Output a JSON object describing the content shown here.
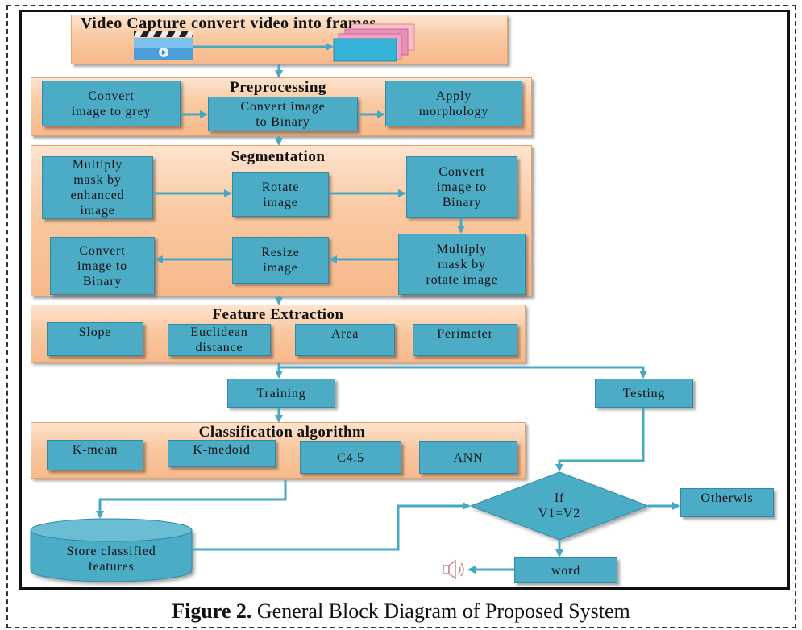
{
  "stages": {
    "capture": {
      "title": "Video Capture  convert video into frames"
    },
    "preprocessing": {
      "title": "Preprocessing",
      "steps": [
        "Convert\nimage to grey",
        "Convert image\nto Binary",
        "Apply\nmorphology"
      ]
    },
    "segmentation": {
      "title": "Segmentation",
      "steps": [
        "Multiply\nmask by\nenhanced\nimage",
        "Rotate\nimage",
        "Convert\nimage to\nBinary",
        "Multiply\nmask by\nrotate image",
        "Resize\nimage",
        "Convert\nimage to\nBinary"
      ]
    },
    "features": {
      "title": "Feature Extraction",
      "items": [
        "Slope",
        "Euclidean\ndistance",
        "Area",
        "Perimeter"
      ]
    },
    "classification": {
      "title": "Classification algorithm",
      "items": [
        "K-mean",
        "K-medoid",
        "C4.5",
        "ANN"
      ]
    }
  },
  "nodes": {
    "training": "Training",
    "testing": "Testing",
    "store": "Store classified\nfeatures",
    "decision": "If\nV1=V2",
    "otherwise": "Otherwis",
    "word": "word"
  },
  "caption": {
    "label": "Figure 2.",
    "text": " General Block Diagram of  Proposed System"
  },
  "colors": {
    "box": "#4cacc6",
    "stage": "#f9c9a1",
    "arrow": "#4aa7c4"
  },
  "icons": [
    "video-clip-icon",
    "frames-stack-icon",
    "speaker-icon"
  ]
}
